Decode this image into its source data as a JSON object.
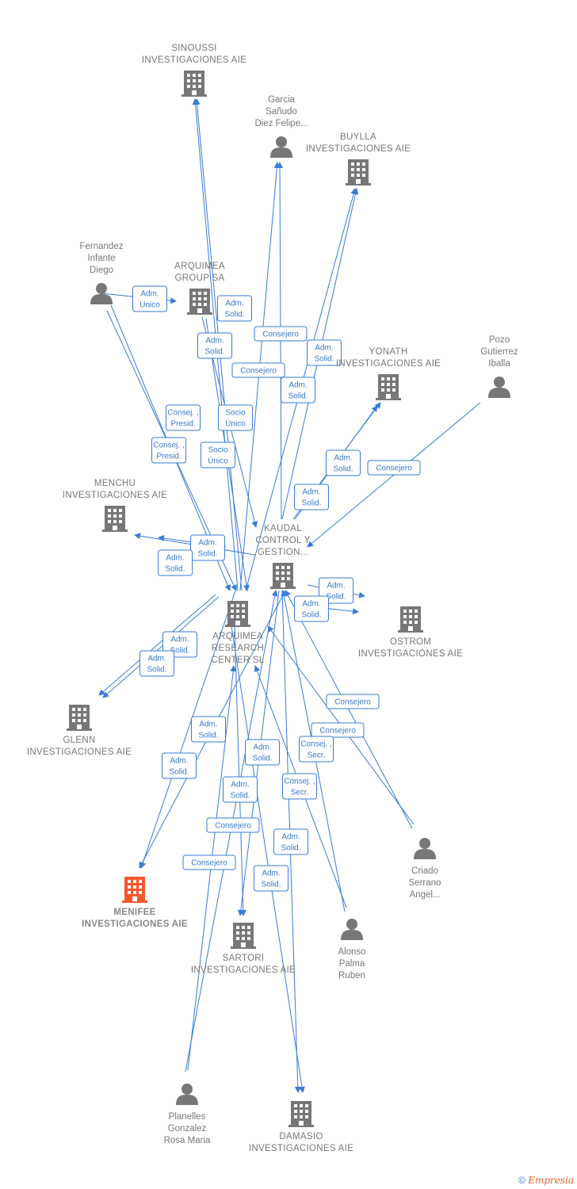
{
  "colors": {
    "edge": "#3a7bd5",
    "node": "#777777",
    "focus": "#f4592c"
  },
  "nodes": [
    {
      "id": "sinoussi",
      "kind": "company",
      "lines": [
        "SINOUSSI",
        "INVESTIGACIONES AIE"
      ]
    },
    {
      "id": "garcia",
      "kind": "person",
      "lines": [
        "Garcia",
        "Sañudo",
        "Diez Felipe..."
      ]
    },
    {
      "id": "buylla",
      "kind": "company",
      "lines": [
        "BUYLLA",
        "INVESTIGACIONES AIE"
      ]
    },
    {
      "id": "fernandez",
      "kind": "person",
      "lines": [
        "Fernandez",
        "Infante",
        "Diego"
      ]
    },
    {
      "id": "arquimea_group",
      "kind": "company",
      "lines": [
        "ARQUIMEA",
        "GROUP SA"
      ]
    },
    {
      "id": "pozo",
      "kind": "person",
      "lines": [
        "Pozo",
        "Gutierrez",
        "Iballa"
      ]
    },
    {
      "id": "yonath",
      "kind": "company",
      "lines": [
        "YONATH",
        "INVESTIGACIONES AIE"
      ]
    },
    {
      "id": "menchu",
      "kind": "company",
      "lines": [
        "MENCHU",
        "INVESTIGACIONES AIE"
      ]
    },
    {
      "id": "kaudal",
      "kind": "company",
      "lines": [
        "KAUDAL",
        "CONTROL Y",
        "GESTION..."
      ]
    },
    {
      "id": "arquimea_research",
      "kind": "company",
      "lines": [
        "ARQUIMEA",
        "RESEARCH",
        "CENTER  SL"
      ]
    },
    {
      "id": "ostrom",
      "kind": "company",
      "lines": [
        "OSTROM",
        "INVESTIGACIONES AIE"
      ]
    },
    {
      "id": "glenn",
      "kind": "company",
      "lines": [
        "GLENN",
        "INVESTIGACIONES AIE"
      ]
    },
    {
      "id": "menifee",
      "kind": "company",
      "focus": true,
      "lines": [
        "MENIFEE",
        "INVESTIGACIONES AIE"
      ]
    },
    {
      "id": "sartori",
      "kind": "company",
      "lines": [
        "SARTORI",
        "INVESTIGACIONES AIE"
      ]
    },
    {
      "id": "criado",
      "kind": "person",
      "lines": [
        "Criado",
        "Serrano",
        "Angel..."
      ]
    },
    {
      "id": "alonso",
      "kind": "person",
      "lines": [
        "Alonso",
        "Palma",
        "Ruben"
      ]
    },
    {
      "id": "planelles",
      "kind": "person",
      "lines": [
        "Planelles",
        "Gonzalez",
        "Rosa Maria"
      ]
    },
    {
      "id": "damasio",
      "kind": "company",
      "lines": [
        "DAMASIO",
        "INVESTIGACIONES AIE"
      ]
    }
  ],
  "edge_labels": [
    {
      "id": "adm-unico",
      "lines": [
        "Adm.",
        "Unico"
      ]
    },
    {
      "id": "adm-solid-1",
      "lines": [
        "Adm.",
        "Solid."
      ]
    },
    {
      "id": "adm-solid-2",
      "lines": [
        "Adm.",
        "Solid."
      ]
    },
    {
      "id": "consejero-1",
      "lines": [
        "Consejero"
      ]
    },
    {
      "id": "adm-solid-3",
      "lines": [
        "Adm.",
        "Solid."
      ]
    },
    {
      "id": "consejero-2",
      "lines": [
        "Consejero"
      ]
    },
    {
      "id": "adm-solid-4",
      "lines": [
        "Adm.",
        "Solid."
      ]
    },
    {
      "id": "consej-presid-1",
      "lines": [
        "Consej. ,",
        "Presid."
      ]
    },
    {
      "id": "socio-unico-1",
      "lines": [
        "Socio",
        "Único"
      ]
    },
    {
      "id": "consej-presid-2",
      "lines": [
        "Consej. ,",
        "Presid."
      ]
    },
    {
      "id": "socio-unico-2",
      "lines": [
        "Socio",
        "Único"
      ]
    },
    {
      "id": "adm-solid-5",
      "lines": [
        "Adm.",
        "Solid."
      ]
    },
    {
      "id": "consejero-3",
      "lines": [
        "Consejero"
      ]
    },
    {
      "id": "adm-solid-6",
      "lines": [
        "Adm.",
        "Solid."
      ]
    },
    {
      "id": "adm-solid-7",
      "lines": [
        "Adm.",
        "Solid."
      ]
    },
    {
      "id": "adm-solid-8",
      "lines": [
        "Adm.",
        "Solid."
      ]
    },
    {
      "id": "adm-solid-9",
      "lines": [
        "Adm.",
        "Solid."
      ]
    },
    {
      "id": "adm-solid-10",
      "lines": [
        "Adm.",
        "Solid."
      ]
    },
    {
      "id": "adm-solid-11",
      "lines": [
        "Adm.",
        "Solid."
      ]
    },
    {
      "id": "adm-solid-12",
      "lines": [
        "Adm.",
        "Solid."
      ]
    },
    {
      "id": "consejero-4",
      "lines": [
        "Consejero"
      ]
    },
    {
      "id": "adm-solid-13",
      "lines": [
        "Adm.",
        "Solid."
      ]
    },
    {
      "id": "consejero-5",
      "lines": [
        "Consejero"
      ]
    },
    {
      "id": "adm-solid-14",
      "lines": [
        "Adm.",
        "Solid."
      ]
    },
    {
      "id": "consej-secr-1",
      "lines": [
        "Consej. ,",
        "Secr."
      ]
    },
    {
      "id": "adm-solid-15",
      "lines": [
        "Adm.",
        "Solid."
      ]
    },
    {
      "id": "consej-secr-2",
      "lines": [
        "Consej. ,",
        "Secr."
      ]
    },
    {
      "id": "adm-solid-16",
      "lines": [
        "Adm.",
        "Solid."
      ]
    },
    {
      "id": "consejero-6",
      "lines": [
        "Consejero"
      ]
    },
    {
      "id": "consejero-7",
      "lines": [
        "Consejero"
      ]
    },
    {
      "id": "adm-solid-17",
      "lines": [
        "Adm.",
        "Solid."
      ]
    },
    {
      "id": "adm-solid-18",
      "lines": [
        "Adm.",
        "Solid."
      ]
    }
  ],
  "footer": {
    "copyright": "©",
    "brand": "Empresia"
  }
}
